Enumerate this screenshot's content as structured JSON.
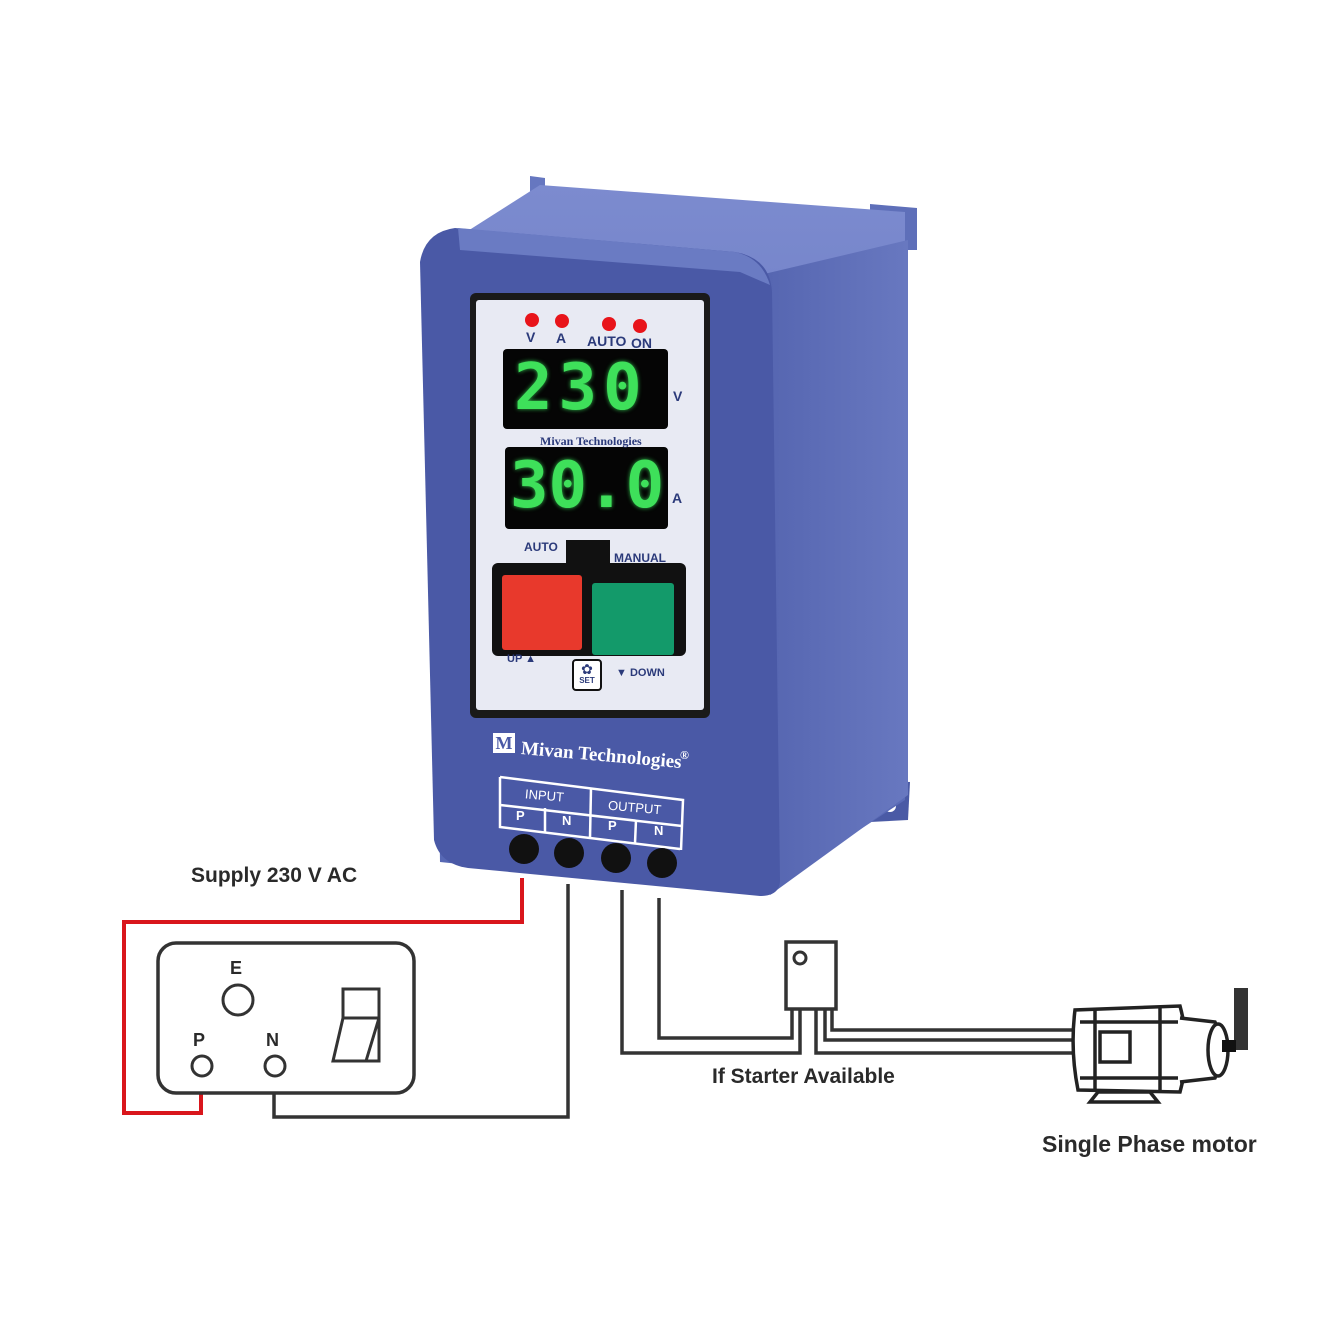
{
  "device": {
    "brand": "Mivan Technologies",
    "brand_mark": "®",
    "logo_glyph": "M",
    "indicators": [
      {
        "label": "V",
        "color": "#e8141a"
      },
      {
        "label": "A",
        "color": "#e8141a"
      },
      {
        "label": "AUTO",
        "color": "#e8141a"
      },
      {
        "label": "ON",
        "color": "#e8141a"
      }
    ],
    "voltage_display": {
      "value": "230",
      "unit": "V"
    },
    "current_display": {
      "value": "30.0",
      "unit": "A"
    },
    "mode_switch": {
      "left_label": "AUTO",
      "right_label": "MANUAL"
    },
    "buttons": {
      "red": {
        "color": "#e8392c",
        "label": "UP ▲"
      },
      "green": {
        "color": "#139a6a",
        "label": "▼ DOWN"
      },
      "set": {
        "label": "SET"
      }
    },
    "terminals": {
      "input_label": "INPUT",
      "output_label": "OUTPUT",
      "pins": [
        "P",
        "N",
        "P",
        "N"
      ]
    },
    "body_color": "#4a5aa8"
  },
  "diagram": {
    "supply_label": "Supply 230 V AC",
    "socket": {
      "earth": "E",
      "phase": "P",
      "neutral": "N"
    },
    "starter_label": "If Starter Available",
    "motor_label": "Single Phase motor",
    "wire_colors": {
      "phase": "#d9161c",
      "neutral": "#333333"
    }
  }
}
